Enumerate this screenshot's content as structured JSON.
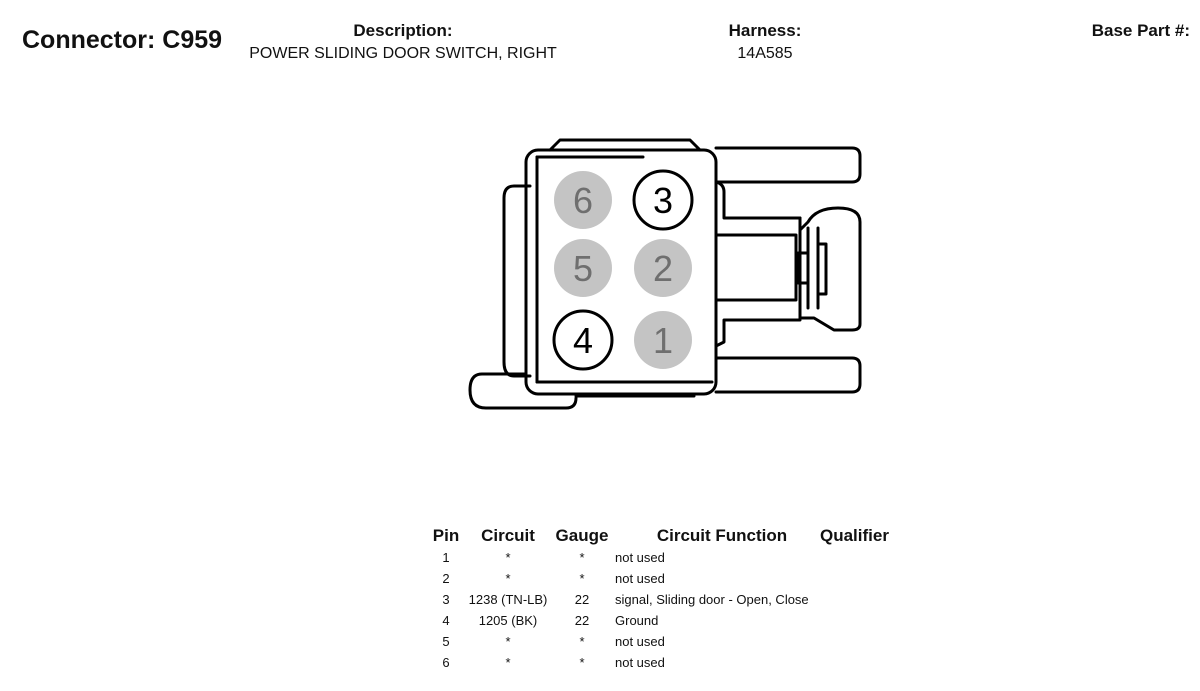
{
  "connector": {
    "title": "Connector: C959"
  },
  "description": {
    "label": "Description:",
    "value": "POWER SLIDING DOOR SWITCH, RIGHT"
  },
  "harness": {
    "label": "Harness:",
    "value": "14A585"
  },
  "base_part": {
    "label": "Base Part #:",
    "value": ""
  },
  "pin_face": [
    {
      "number": "6",
      "filled": true
    },
    {
      "number": "3",
      "filled": false
    },
    {
      "number": "5",
      "filled": true
    },
    {
      "number": "2",
      "filled": true
    },
    {
      "number": "4",
      "filled": false
    },
    {
      "number": "1",
      "filled": true
    }
  ],
  "colors": {
    "filled_pin": "#c4c4c4",
    "filled_pin_text": "#6f6f6f",
    "line": "#000000"
  },
  "table": {
    "headers": {
      "pin": "Pin",
      "circuit": "Circuit",
      "gauge": "Gauge",
      "function": "Circuit Function",
      "qualifier": "Qualifier"
    },
    "rows": [
      {
        "pin": "1",
        "circuit": "*",
        "gauge": "*",
        "function": "not used",
        "qualifier": ""
      },
      {
        "pin": "2",
        "circuit": "*",
        "gauge": "*",
        "function": "not used",
        "qualifier": ""
      },
      {
        "pin": "3",
        "circuit": "1238 (TN-LB)",
        "gauge": "22",
        "function": "signal, Sliding door - Open, Close",
        "qualifier": ""
      },
      {
        "pin": "4",
        "circuit": "1205 (BK)",
        "gauge": "22",
        "function": "Ground",
        "qualifier": ""
      },
      {
        "pin": "5",
        "circuit": "*",
        "gauge": "*",
        "function": "not used",
        "qualifier": ""
      },
      {
        "pin": "6",
        "circuit": "*",
        "gauge": "*",
        "function": "not used",
        "qualifier": ""
      }
    ]
  }
}
